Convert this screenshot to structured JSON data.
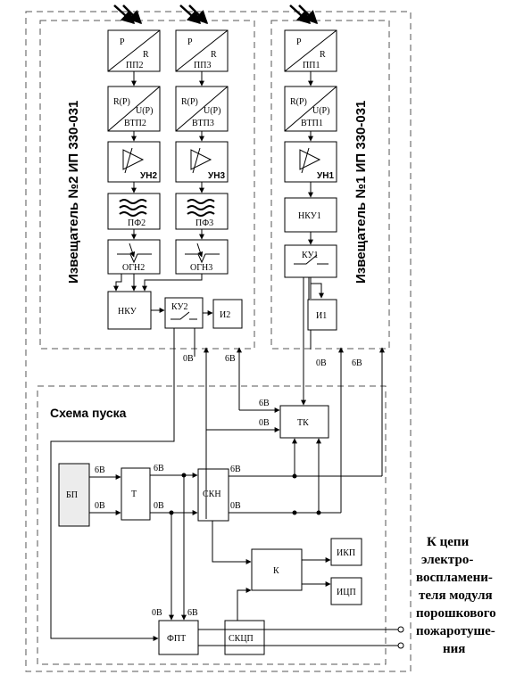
{
  "groups": {
    "detector2": "Извещатель №2 ИП 330-031",
    "detector1": "Извещатель №1 ИП 330-031",
    "launch": "Схема пуска"
  },
  "converters": {
    "p": "P",
    "r": "R",
    "rp": "R(P)",
    "up": "U(P)",
    "pp2": "ПП2",
    "pp3": "ПП3",
    "pp1": "ПП1",
    "vtp2": "ВТП2",
    "vtp3": "ВТП3",
    "vtp1": "ВТП1"
  },
  "amplifiers": {
    "un2": "УН2",
    "un3": "УН3",
    "un1": "УН1"
  },
  "filters": {
    "pf2": "ПФ2",
    "pf3": "ПФ3"
  },
  "limiters": {
    "ogn2": "ОГН2",
    "ogn3": "ОГН3"
  },
  "nodes": {
    "nku": "НКУ",
    "ku2": "КУ2",
    "i2": "И2",
    "nku1": "НКУ1",
    "ku1": "КУ1",
    "i1": "И1",
    "tk": "ТК",
    "bp": "БП",
    "t": "Т",
    "skn": "СКН",
    "k": "К",
    "ikp": "ИКП",
    "itsp": "ИЦП",
    "fpt": "ФПТ",
    "skcp": "СКЦП"
  },
  "voltages": {
    "v0": "0В",
    "v6": "6В"
  },
  "side_text": [
    "К цепи",
    "электро-",
    "воспламени-",
    "теля модуля",
    "порошкового",
    "пожароту­ше-",
    "ния"
  ]
}
